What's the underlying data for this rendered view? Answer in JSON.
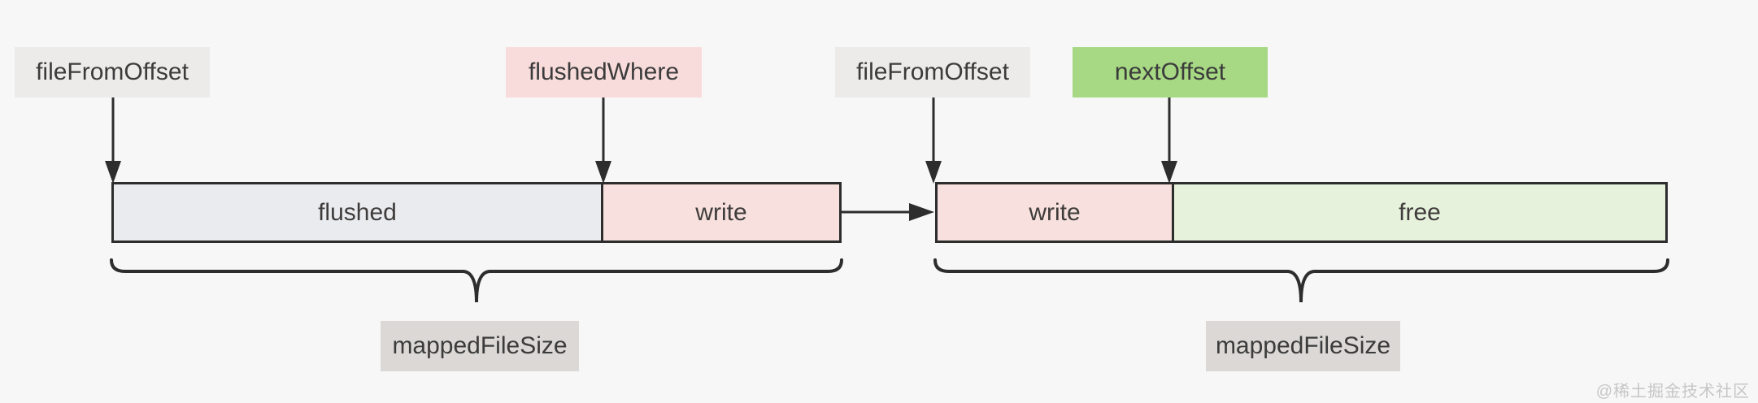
{
  "pointer_labels": {
    "file_from_offset_left": {
      "text": "fileFromOffset"
    },
    "flushed_where": {
      "text": "flushedWhere"
    },
    "file_from_offset_right": {
      "text": "fileFromOffset"
    },
    "next_offset": {
      "text": "nextOffset"
    }
  },
  "files": [
    {
      "name": "left-mapped-file",
      "segments": [
        {
          "label": "flushed"
        },
        {
          "label": "write"
        }
      ],
      "size_label": "mappedFileSize"
    },
    {
      "name": "right-mapped-file",
      "segments": [
        {
          "label": "write"
        },
        {
          "label": "free"
        }
      ],
      "size_label": "mappedFileSize"
    }
  ],
  "watermark": "@稀土掘金技术社区",
  "colors": {
    "background": "#f7f7f8",
    "label_gray": "#edebe9",
    "label_pink": "#f8dcdb",
    "label_green": "#a7d884",
    "segment_flushed_gray": "#e9ebee",
    "segment_write_pink": "#f7e0dd",
    "segment_free_green": "#e7f2dc",
    "size_label_gray": "#dbd8d5",
    "line_dark": "#2d2d2d",
    "watermark_gray": "#c6c6c6"
  }
}
